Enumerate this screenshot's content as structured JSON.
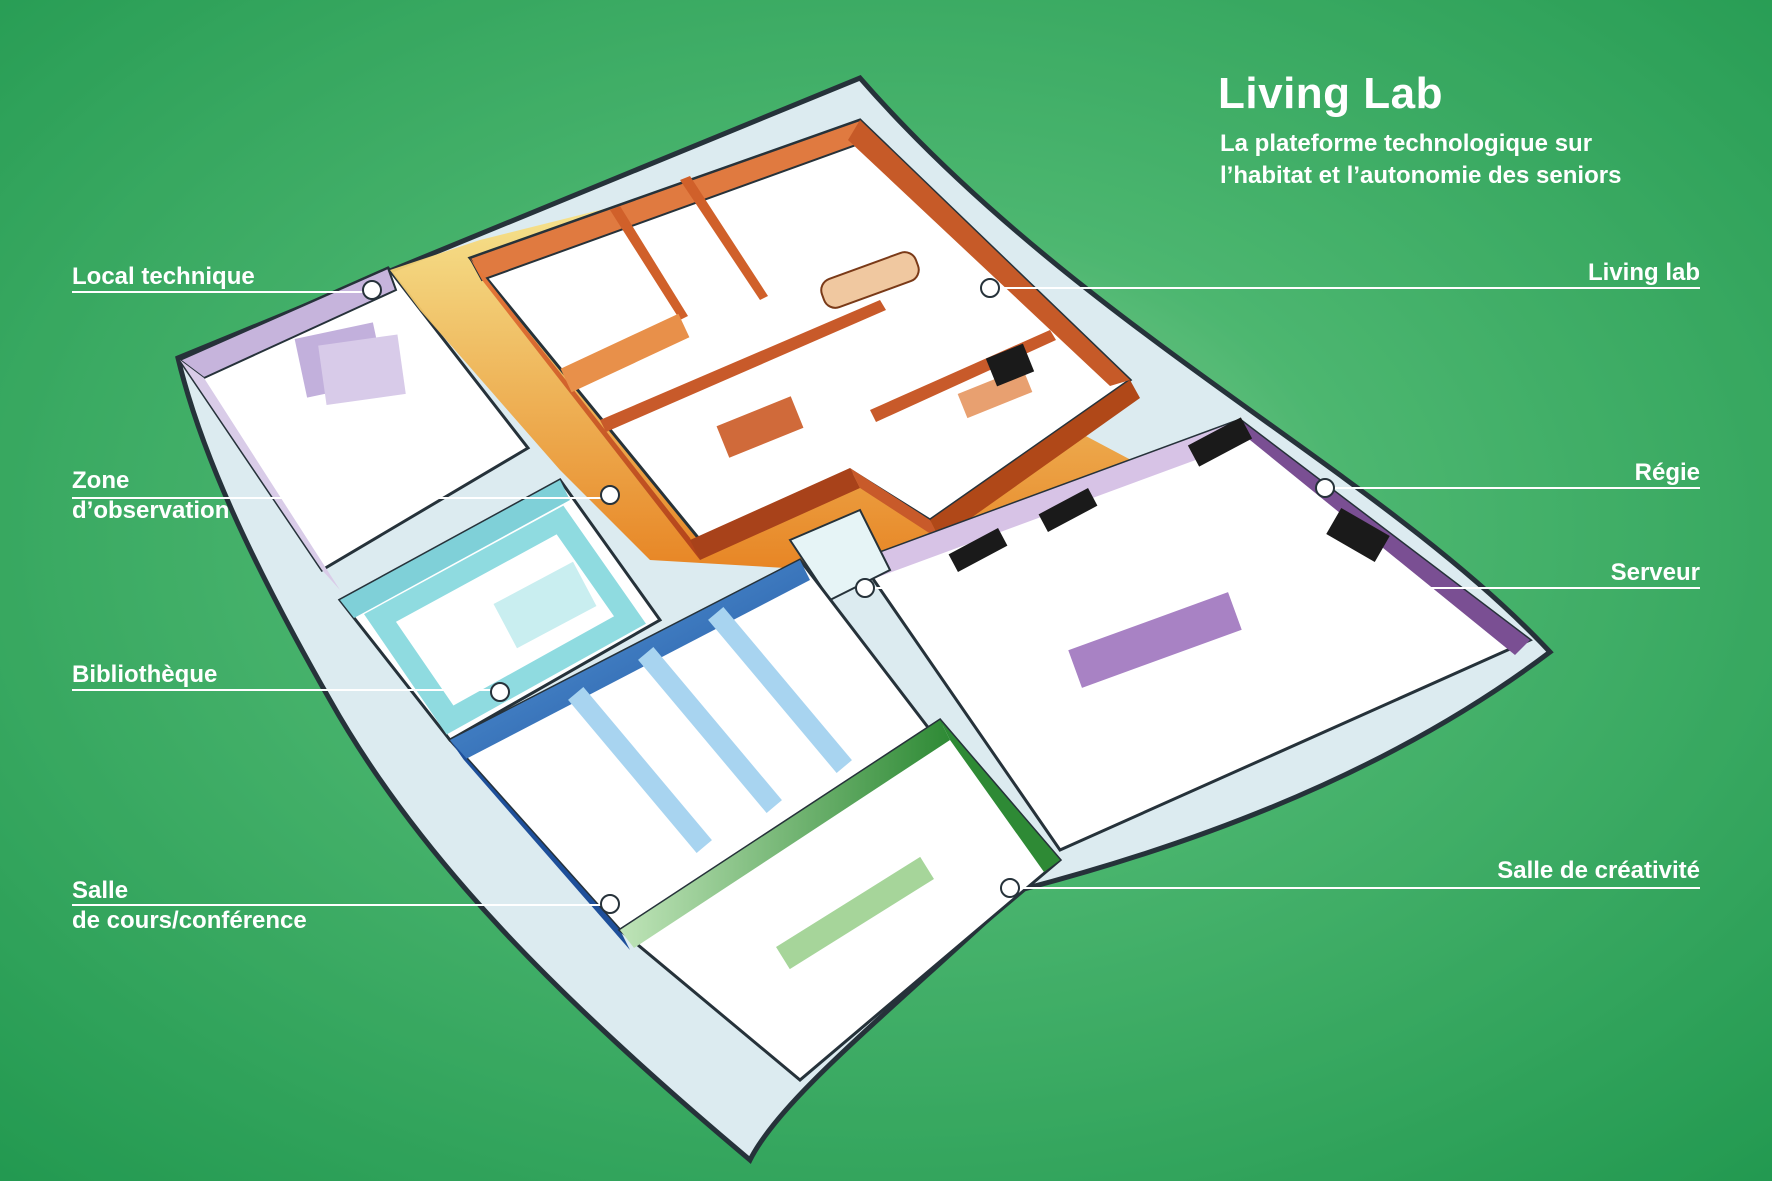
{
  "header": {
    "title": "Living Lab",
    "subtitle_line1": "La plateforme technologique  sur",
    "subtitle_line2": "l’habitat et l’autonomie des seniors"
  },
  "labels": {
    "local_technique": "Local technique",
    "zone_observation_line1": "Zone",
    "zone_observation_line2": "d’observation",
    "bibliotheque": "Bibliothèque",
    "salle_cours_line1": "Salle",
    "salle_cours_line2": "de cours/conférence",
    "living_lab": "Living lab",
    "regie": "Régie",
    "serveur": "Serveur",
    "salle_creativite": "Salle de créativité"
  },
  "colors": {
    "background": "#2fa35c",
    "living_lab_room": "#d9602c",
    "observation_zone": "#f0a020",
    "local_technique": "#c8b6dd",
    "regie": "#7a4f93",
    "bibliotheque": "#7fd0d8",
    "salle_cours": "#2e6fbf",
    "salle_creativite": "#2e9a3e",
    "label_line": "#ffffff"
  }
}
